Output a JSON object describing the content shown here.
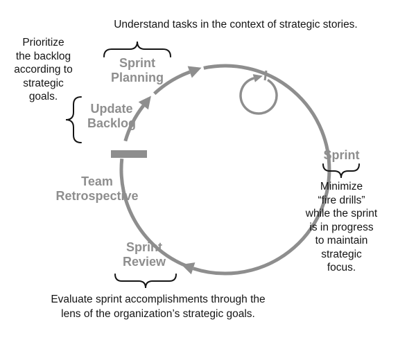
{
  "diagram_title": "Sprint cycle with strategic-focus annotations",
  "annotations": {
    "top": "Understand tasks in the context of strategic stories.",
    "left_lines": [
      "Prioritize",
      "the backlog",
      "according to",
      "strategic",
      "goals."
    ],
    "right_lines": [
      "Minimize",
      "“fire drills”",
      "while the sprint",
      "is in progress",
      "to maintain",
      "strategic",
      "focus."
    ],
    "bottom_lines": [
      "Evaluate sprint accomplishments through the",
      "lens of the organization’s strategic goals."
    ]
  },
  "stages": {
    "sprint_planning": [
      "Sprint",
      "Planning"
    ],
    "update_backlog": [
      "Update",
      "Backlog"
    ],
    "team_retrospective": [
      "Team",
      "Retrospective"
    ],
    "sprint_review": [
      "Sprint",
      "Review"
    ],
    "sprint": [
      "Sprint"
    ]
  },
  "colors": {
    "cycle_gray": "#8e8e8e",
    "label_gray": "#8e8e8e",
    "annotation_black": "#141414",
    "background": "#ffffff"
  }
}
